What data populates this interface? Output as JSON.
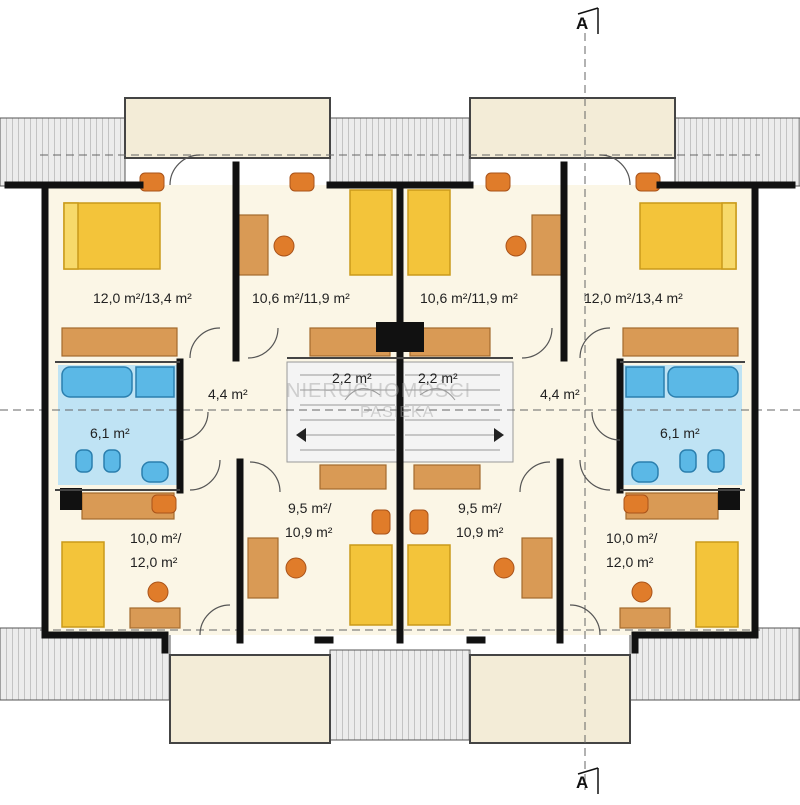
{
  "section_marker": "A",
  "watermark": {
    "line1": "NIERUCHOMOŚCI",
    "line2": "PASIEKA"
  },
  "rooms": {
    "left": {
      "bedroom_top": "12,0 m²/13,4 m²",
      "room_top": "10,6 m²/11,9 m²",
      "hall": "4,4 m²",
      "stair": "2,2 m²",
      "bathroom": "6,1 m²",
      "room_bottom_line1": "9,5 m²/",
      "room_bottom_line2": "10,9 m²",
      "bedroom_bottom_line1": "10,0 m²/",
      "bedroom_bottom_line2": "12,0 m²"
    },
    "right": {
      "bedroom_top": "12,0 m²/13,4 m²",
      "room_top": "10,6 m²/11,9 m²",
      "hall": "4,4 m²",
      "stair": "2,2 m²",
      "bathroom": "6,1 m²",
      "room_bottom_line1": "9,5 m²/",
      "room_bottom_line2": "10,9 m²",
      "bedroom_bottom_line1": "10,0 m²/",
      "bedroom_bottom_line2": "12,0 m²"
    }
  },
  "colors": {
    "floor": "#fbf6e6",
    "wall": "#111111",
    "roof": "#e9e9e9",
    "bed": "#f3c43a",
    "desk": "#d99a55",
    "chair": "#e07c2a",
    "bath": "#5bb8e6",
    "bath_floor": "#bfe3f4",
    "stairs": "#f1f1f1"
  }
}
